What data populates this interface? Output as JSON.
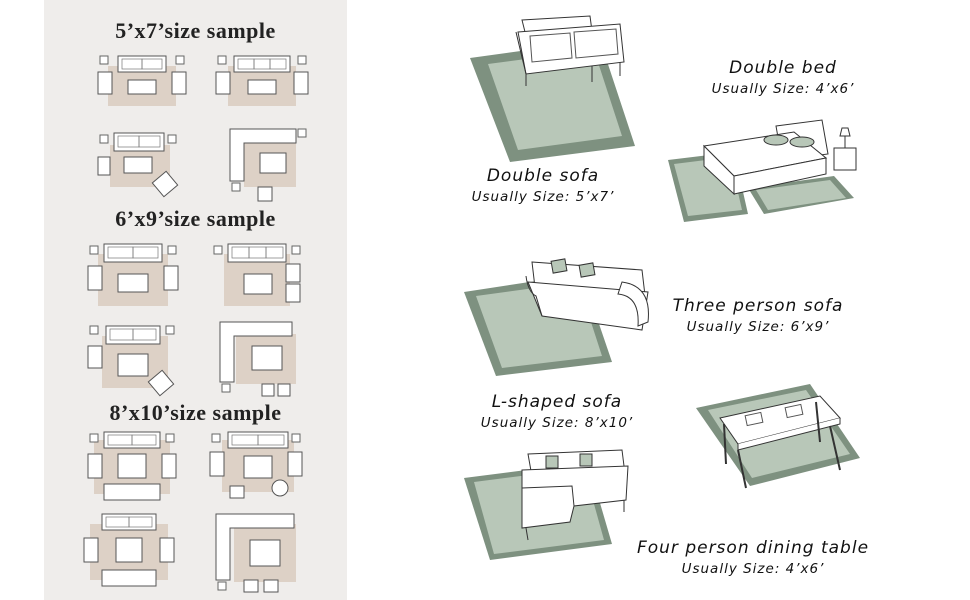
{
  "panel": {
    "sections": [
      {
        "title": "5’x7’size sample"
      },
      {
        "title": "6’x9’size sample"
      },
      {
        "title": "8’x10’size sample"
      }
    ]
  },
  "scenes": {
    "double_sofa": {
      "name": "Double sofa",
      "size": "Usually Size:  5’x7’"
    },
    "double_bed": {
      "name": "Double bed",
      "size": "Usually Size:  4’x6’"
    },
    "three_person_sofa": {
      "name": "Three person sofa",
      "size": "Usually Size:  6’x9’"
    },
    "l_shaped_sofa": {
      "name": "L-shaped sofa",
      "size": "Usually Size:  8’x10’"
    },
    "dining_table": {
      "name": "Four person dining table",
      "size": "Usually Size:  4’x6’"
    }
  },
  "colors": {
    "panel_bg": "#efedeb",
    "rug_beige": "#ddd1c6",
    "rug_green": "#b8c7b8",
    "rug_green_border": "#7e9180",
    "ink": "#333333"
  }
}
